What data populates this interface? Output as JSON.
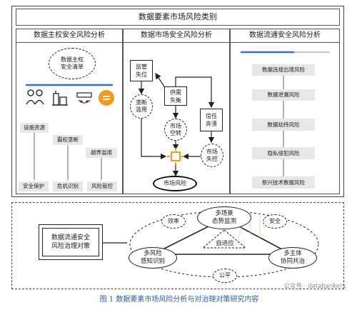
{
  "title": "数据要素市场风险类别",
  "columns": {
    "left": {
      "header": "数据主权安全风险分析",
      "inventory": "数据主权\n安全清单",
      "steps": [
        "设施资源",
        "霸权垄断",
        "越界滥用"
      ],
      "bottom": [
        "安全保护",
        "危机识别",
        "风险管控"
      ]
    },
    "middle": {
      "header": "数据市场安全风险分析",
      "supervision": "监管\n失位",
      "supply": "供需\n失衡",
      "trust": "信任\n奔溃",
      "abuse": "垄断\n滥用",
      "idle": "市场\n空转",
      "lost_control": "市场\n失控",
      "result": "市场风险"
    },
    "right": {
      "header": "数据流通安全风险分析",
      "items": [
        "数据违规出境风险",
        "数据泄漏风险",
        "数据劫持风险",
        "隐私侵犯风险",
        "新兴技术数据风险"
      ]
    }
  },
  "governance": {
    "box": "数据流通安全\n风险治理对策",
    "top": "多场景\n态势监测",
    "left": "多风险\n感知识别",
    "right": "多主体\n协同共治",
    "center": "自适应",
    "efficiency": "效率",
    "safety": "安全",
    "fairness": "公平"
  },
  "caption": "图 1   数据要素市场风险分析与对治理对策研究内容",
  "watermark": "公众号 · databankers",
  "colors": {
    "accent_blue": "#3b6fc7",
    "orange": "#f29a1a",
    "caption_blue": "#2a5ea8"
  }
}
